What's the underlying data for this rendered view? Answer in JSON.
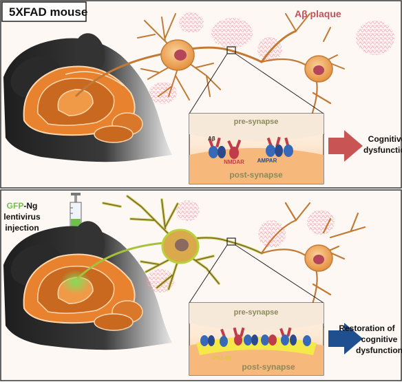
{
  "top_panel": {
    "model_label": "5XFAD mouse",
    "plaque_label": "Aβ plaque",
    "inset": {
      "pre": "pre-synapse",
      "post": "post-synapse",
      "abeta": "Aβ",
      "nmdar": "NMDAR",
      "ampar": "AMPAR"
    },
    "outcome": [
      "Cognitive",
      "dysfunction"
    ]
  },
  "bottom_panel": {
    "injection_label_gfp": "GFP",
    "injection_label_ng": "-Ng",
    "injection_line2": "lentivirus",
    "injection_line3": "injection",
    "inset": {
      "pre": "pre-synapse",
      "post": "post-synapse",
      "psd": "PSD-95"
    },
    "outcome": [
      "Restoration of",
      "cognitive",
      "dysfunction"
    ]
  },
  "colors": {
    "panel_bg": "#fdf6ef",
    "neuron_fill": "#f0b36a",
    "neuron_stroke": "#c07a35",
    "soma_fill": "#f2a65a",
    "nucleus": "#b5455a",
    "plaque": "#e8a0a8",
    "mouse_dark": "#2b2b2b",
    "brain_orange": "#e8802c",
    "gfp_green": "#6fc04a",
    "arrow_red": "#c95454",
    "arrow_blue": "#1f4f8f",
    "plaque_text": "#c0505a",
    "psd_yellow": "#f5e94a"
  }
}
